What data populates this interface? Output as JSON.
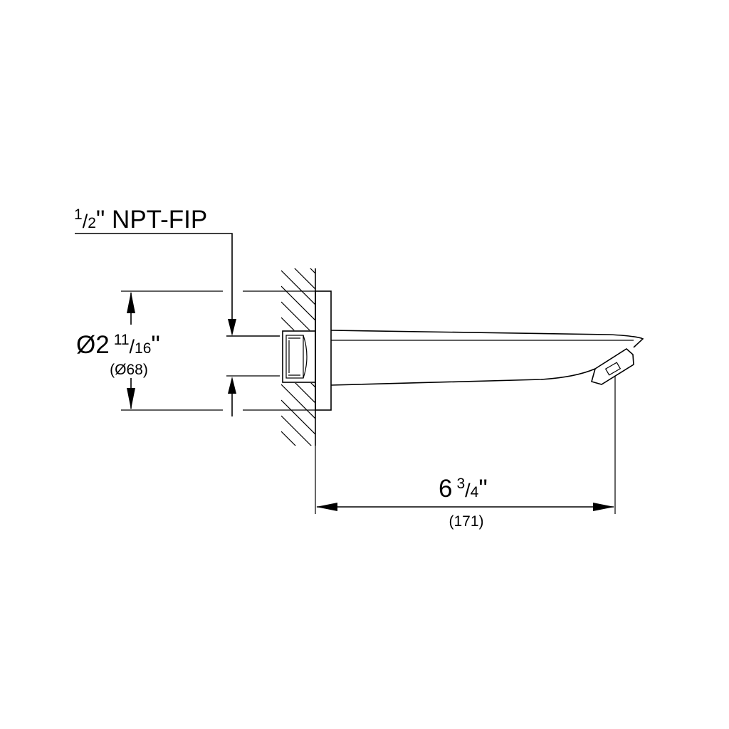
{
  "thread_label": {
    "numerator": "1",
    "slash": "/",
    "denominator": "2",
    "inch_mark": "\"",
    "spec": " NPT-FIP"
  },
  "diameter_label": {
    "symbol": "Ø",
    "whole": "2",
    "numerator": "11",
    "slash": "/",
    "denominator": "16",
    "inch_mark": "\"",
    "metric": "(Ø68)"
  },
  "length_label": {
    "whole": "6",
    "numerator": "3",
    "slash": "/",
    "denominator": "4",
    "inch_mark": "\"",
    "metric": "(171)"
  }
}
